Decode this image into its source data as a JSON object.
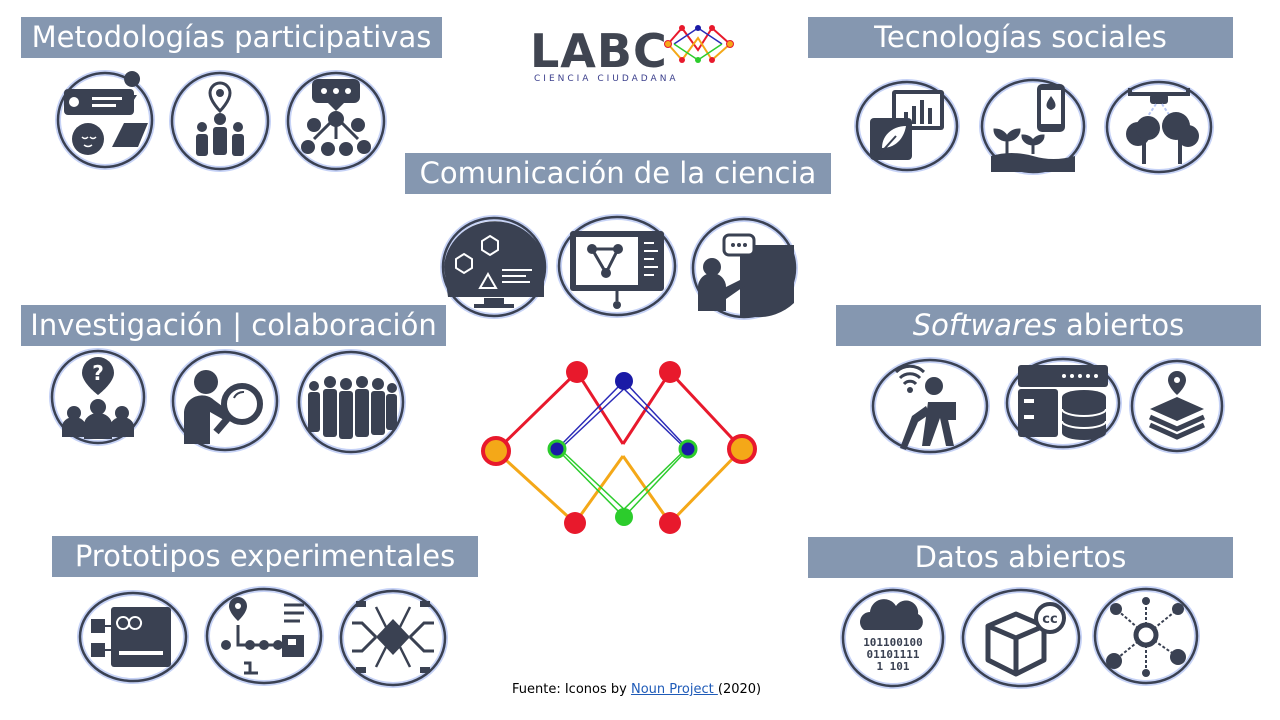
{
  "logo": {
    "text": "LABC",
    "subtitle": "CIENCIA CIUDADANA"
  },
  "sections": {
    "metodologias": {
      "title": "Metodologías participativas",
      "icons": [
        "journey-map-icon",
        "community-location-icon",
        "network-people-icon"
      ]
    },
    "tecnologias": {
      "title": "Tecnologías sociales",
      "icons": [
        "dashboard-plant-icon",
        "sensor-plants-icon",
        "drone-trees-icon"
      ]
    },
    "comunicacion": {
      "title": "Comunicación de la ciencia",
      "icons": [
        "molecule-screen-icon",
        "graph-screen-icon",
        "speaker-presentation-icon"
      ]
    },
    "investigacion": {
      "title": "Investigación | colaboración",
      "icons": [
        "question-group-icon",
        "magnifier-person-icon",
        "crowd-icon"
      ]
    },
    "softwares": {
      "title_italic": "Softwares",
      "title_rest": " abiertos",
      "icons": [
        "wifi-person-icon",
        "server-database-icon",
        "map-layers-icon"
      ]
    },
    "prototipos": {
      "title": "Prototipos experimentales",
      "icons": [
        "arduino-board-icon",
        "prototype-flow-icon",
        "circuit-chip-icon"
      ]
    },
    "datos": {
      "title": "Datos abiertos",
      "icons": [
        "cloud-binary-icon",
        "cc-box-icon",
        "data-network-icon"
      ]
    }
  },
  "binary_text": [
    "101100100",
    "01101111",
    "1  101"
  ],
  "cc_text": "cc",
  "source": {
    "prefix": "Fuente: Iconos by ",
    "link": "Noun Project ",
    "suffix": "(2020)"
  },
  "colors": {
    "banner": "#8597b0",
    "icon_dark": "#3a4152",
    "glow": "#b8c7f4",
    "red": "#e8192c",
    "orange": "#f4a818",
    "blue": "#1a1aa6",
    "green": "#2ccc2c"
  }
}
